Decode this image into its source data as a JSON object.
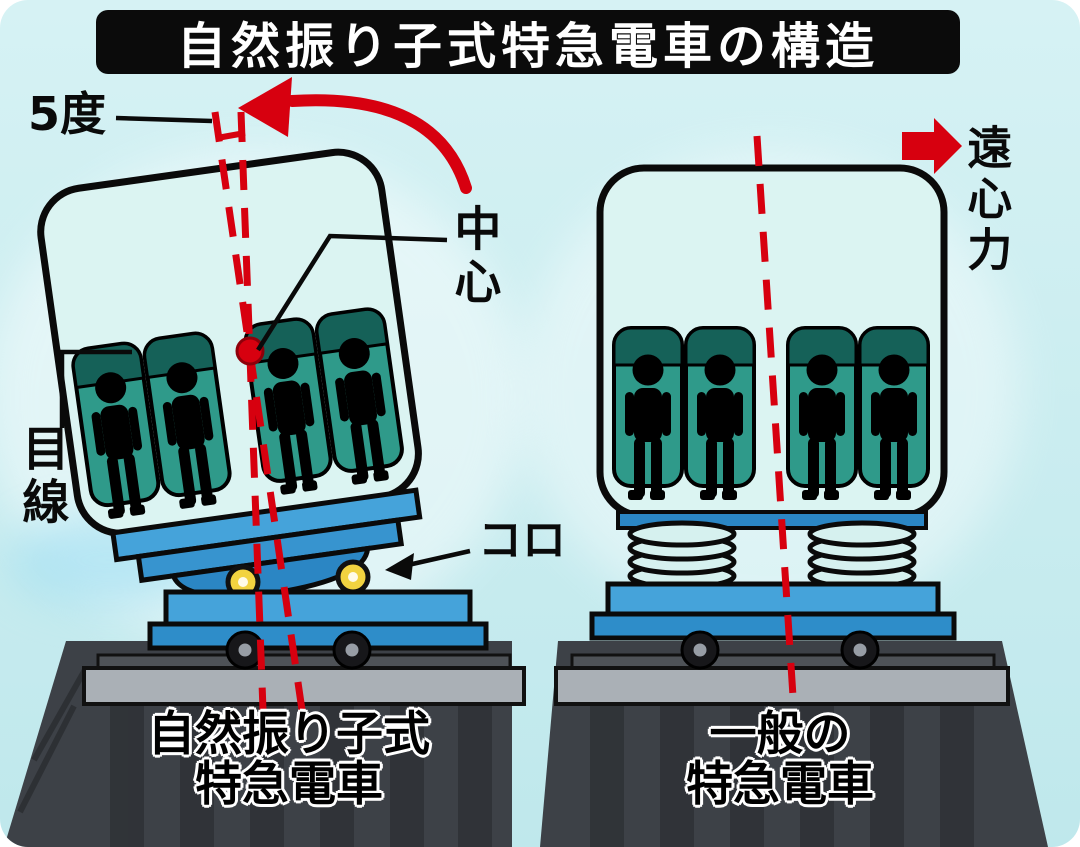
{
  "title": "自然振り子式特急電車の構造",
  "annotations": {
    "tilt_angle": "5度",
    "center": "中心",
    "eye_line": "目線",
    "roller": "コロ",
    "centrifugal_force": "遠心力"
  },
  "captions": {
    "left": {
      "line1": "自然振り子式",
      "line2": "特急電車"
    },
    "right": {
      "line1": "一般の",
      "line2": "特急電車"
    }
  },
  "colors": {
    "background_cyan": "#cdecef",
    "banner_bg": "#0b0b0b",
    "banner_text": "#ffffff",
    "accent_red": "#d7000f",
    "car_fill": "#dbf4f2",
    "seat_teal": "#2f9a8a",
    "seat_headrest": "#156158",
    "bogie_blue": "#45a3da",
    "bogie_blue_dark": "#2b86c4",
    "roller_yellow": "#f2d340",
    "track_slab_gray": "#aab0b6",
    "ballast_dark": "#3d4147"
  }
}
